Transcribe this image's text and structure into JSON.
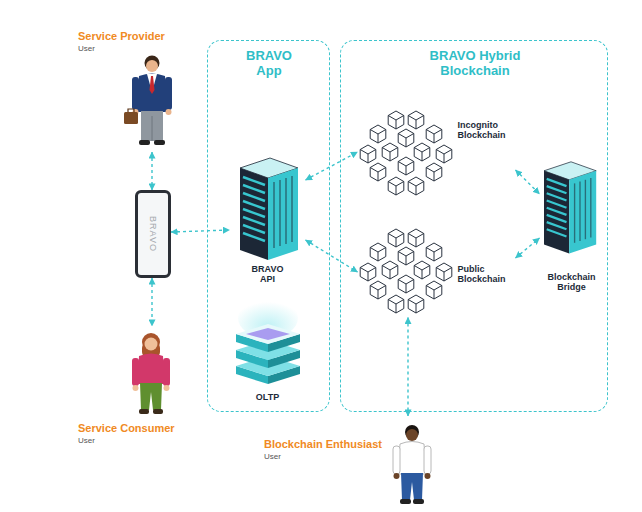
{
  "diagram": {
    "nodes": [
      {
        "text": [
          "Service Provider",
          "User"
        ]
      },
      {
        "text": [
          "BRAVO App"
        ]
      },
      {
        "text": [
          "BRAVO API"
        ],
        "in": 1
      },
      {
        "text": [
          "OLTP"
        ],
        "in": 1
      },
      {
        "text": [
          "BRAVO Hybrid Blockchain"
        ]
      },
      {
        "text": [
          "Incognito Blockchain"
        ],
        "in": 4
      },
      {
        "text": [
          "Public Blockchain"
        ],
        "in": 4
      },
      {
        "text": [
          "Blockchain Bridge"
        ],
        "in": 4
      },
      {
        "text": [
          "BRAVO"
        ]
      },
      {
        "text": [
          "Service Consumer",
          "User"
        ]
      },
      {
        "text": [
          "Blockchain Enthusiast",
          "User"
        ]
      }
    ],
    "edges": [
      {
        "from": 0,
        "to": 8,
        "arrow": "both"
      },
      {
        "from": 8,
        "to": 9,
        "arrow": "both"
      },
      {
        "from": 8,
        "to": 2,
        "arrow": "both"
      },
      {
        "from": 2,
        "to": 5,
        "arrow": "both"
      },
      {
        "from": 2,
        "to": 6,
        "arrow": "both"
      },
      {
        "from": 5,
        "to": 7,
        "arrow": "both"
      },
      {
        "from": 6,
        "to": 7,
        "arrow": "both"
      },
      {
        "from": 6,
        "to": 10,
        "arrow": "both"
      }
    ]
  }
}
